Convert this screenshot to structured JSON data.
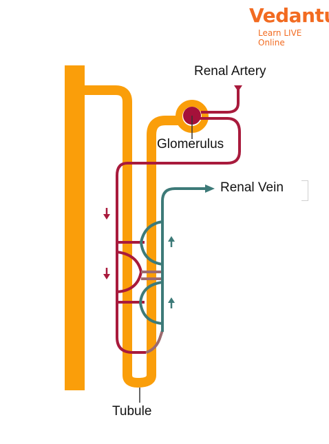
{
  "logo": {
    "brand": "Vedantu",
    "tagline": "Learn LIVE Online",
    "brand_color": "#f26b21",
    "tagline_color": "#f26b21"
  },
  "labels": {
    "renal_artery": "Renal Artery",
    "glomerulus": "Glomerulus",
    "renal_vein": "Renal Vein",
    "tubule": "Tubule"
  },
  "colors": {
    "tubule": "#fa9e0a",
    "artery": "#a81a3c",
    "vein": "#3d7a78",
    "capillary": "#9c6a6e",
    "glomerulus": "#a5113a",
    "leader": "#333333"
  },
  "icons": {
    "arterial_flow": "arrow-down-icon",
    "venous_flow": "arrow-up-icon"
  }
}
